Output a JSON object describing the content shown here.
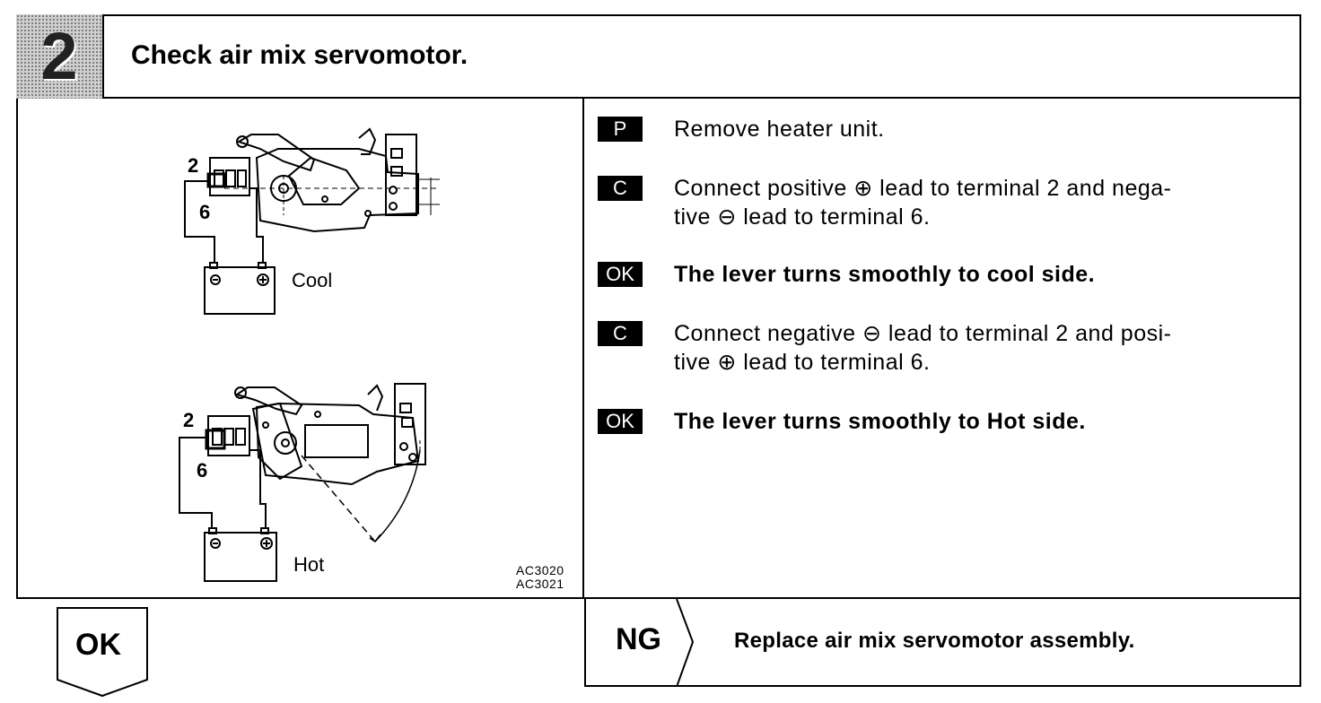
{
  "step": {
    "number": "2",
    "title": "Check air mix servomotor."
  },
  "figure": {
    "cool_label": "Cool",
    "hot_label": "Hot",
    "terminal_2": "2",
    "terminal_6": "6",
    "codes": [
      "AC3020",
      "AC3021"
    ]
  },
  "instructions": [
    {
      "badge": "P",
      "lines": [
        "Remove heater unit."
      ],
      "bold": false
    },
    {
      "badge": "C",
      "lines": [
        "Connect positive ⊕ lead to terminal 2 and nega-",
        "tive ⊖ lead to terminal 6."
      ],
      "bold": false
    },
    {
      "badge": "OK",
      "lines": [
        "The lever turns smoothly to cool side."
      ],
      "bold": true
    },
    {
      "badge": "C",
      "lines": [
        "Connect negative ⊖ lead to terminal 2 and posi-",
        "tive ⊕ lead to terminal 6."
      ],
      "bold": false
    },
    {
      "badge": "OK",
      "lines": [
        "The lever turns smoothly to Hot side."
      ],
      "bold": true
    }
  ],
  "results": {
    "ok_label": "OK",
    "ng_label": "NG",
    "ng_action": "Replace air mix servomotor assembly."
  }
}
